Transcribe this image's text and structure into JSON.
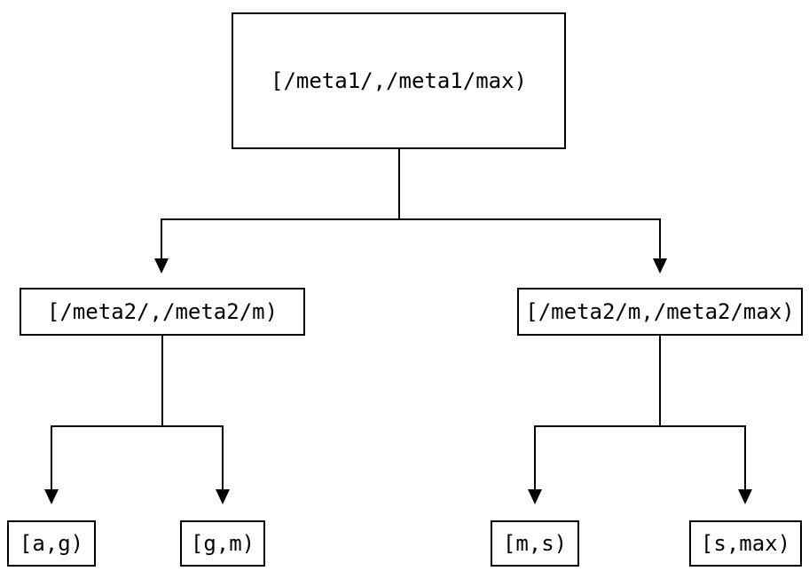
{
  "diagram": {
    "description": "Binary range-partition tree",
    "colors": {
      "line": "#000000",
      "background": "#ffffff",
      "text": "#000000"
    },
    "tree": {
      "root": {
        "label": "[/meta1/,/meta1/max)",
        "children": [
          {
            "label": "[/meta2/,/meta2/m)",
            "children": [
              {
                "label": "[a,g)"
              },
              {
                "label": "[g,m)"
              }
            ]
          },
          {
            "label": "[/meta2/m,/meta2/max)",
            "children": [
              {
                "label": "[m,s)"
              },
              {
                "label": "[s,max)"
              }
            ]
          }
        ]
      }
    }
  }
}
